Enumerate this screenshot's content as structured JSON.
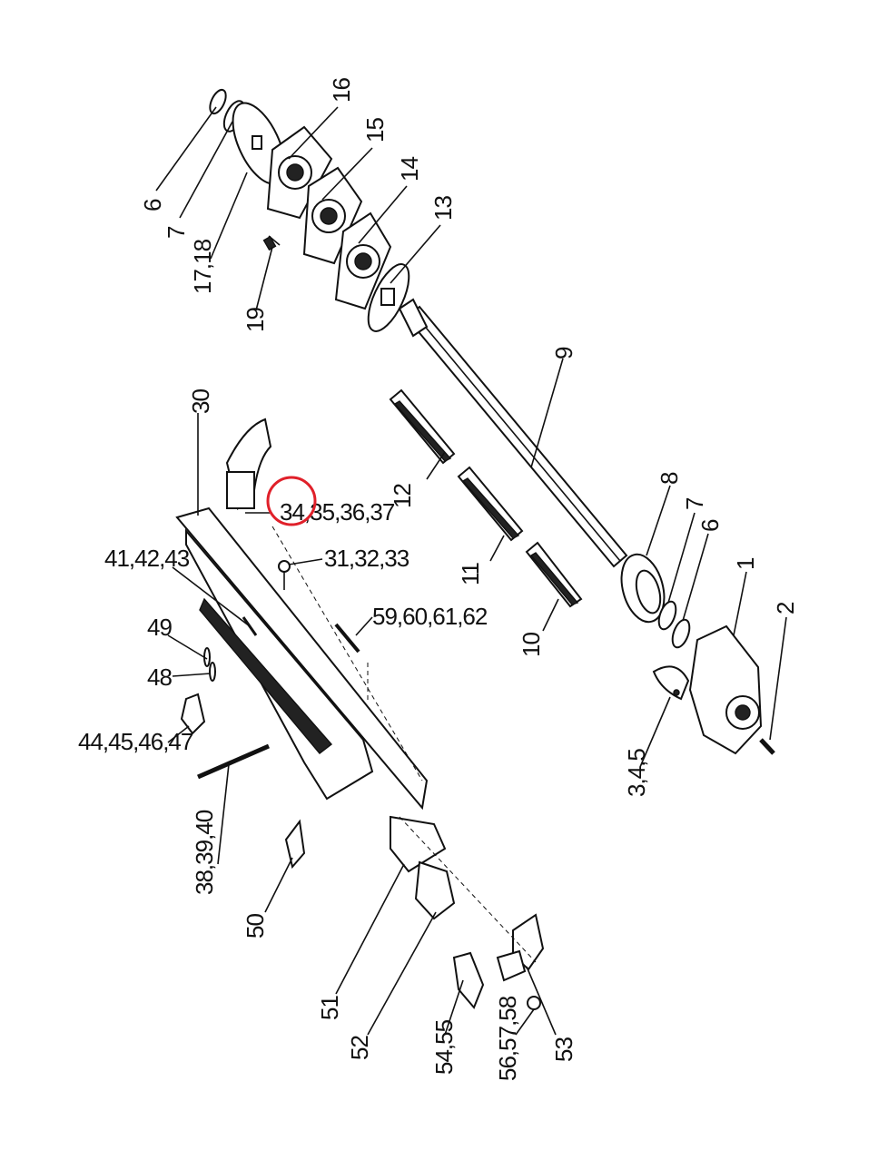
{
  "highlight_color": "#e0202a",
  "labels": {
    "l1": "1",
    "l2": "2",
    "l345": "3,4,5",
    "l6a": "6",
    "l7a": "7",
    "l6b": "6",
    "l7b": "7",
    "l8": "8",
    "l9": "9",
    "l10": "10",
    "l11": "11",
    "l12": "12",
    "l13": "13",
    "l14": "14",
    "l15": "15",
    "l16": "16",
    "l1718": "17,18",
    "l19": "19",
    "l30": "30",
    "l313233": "31,32,33",
    "l34": "34,35,36,37",
    "l383940": "38,39,40",
    "l414243": "41,42,43",
    "l44": "44,45,46,47",
    "l48": "48",
    "l49": "49",
    "l50": "50",
    "l51": "51",
    "l52": "52",
    "l53": "53",
    "l5455": "54,55",
    "l565758": "56,57,58",
    "l59": "59,60,61,62"
  }
}
